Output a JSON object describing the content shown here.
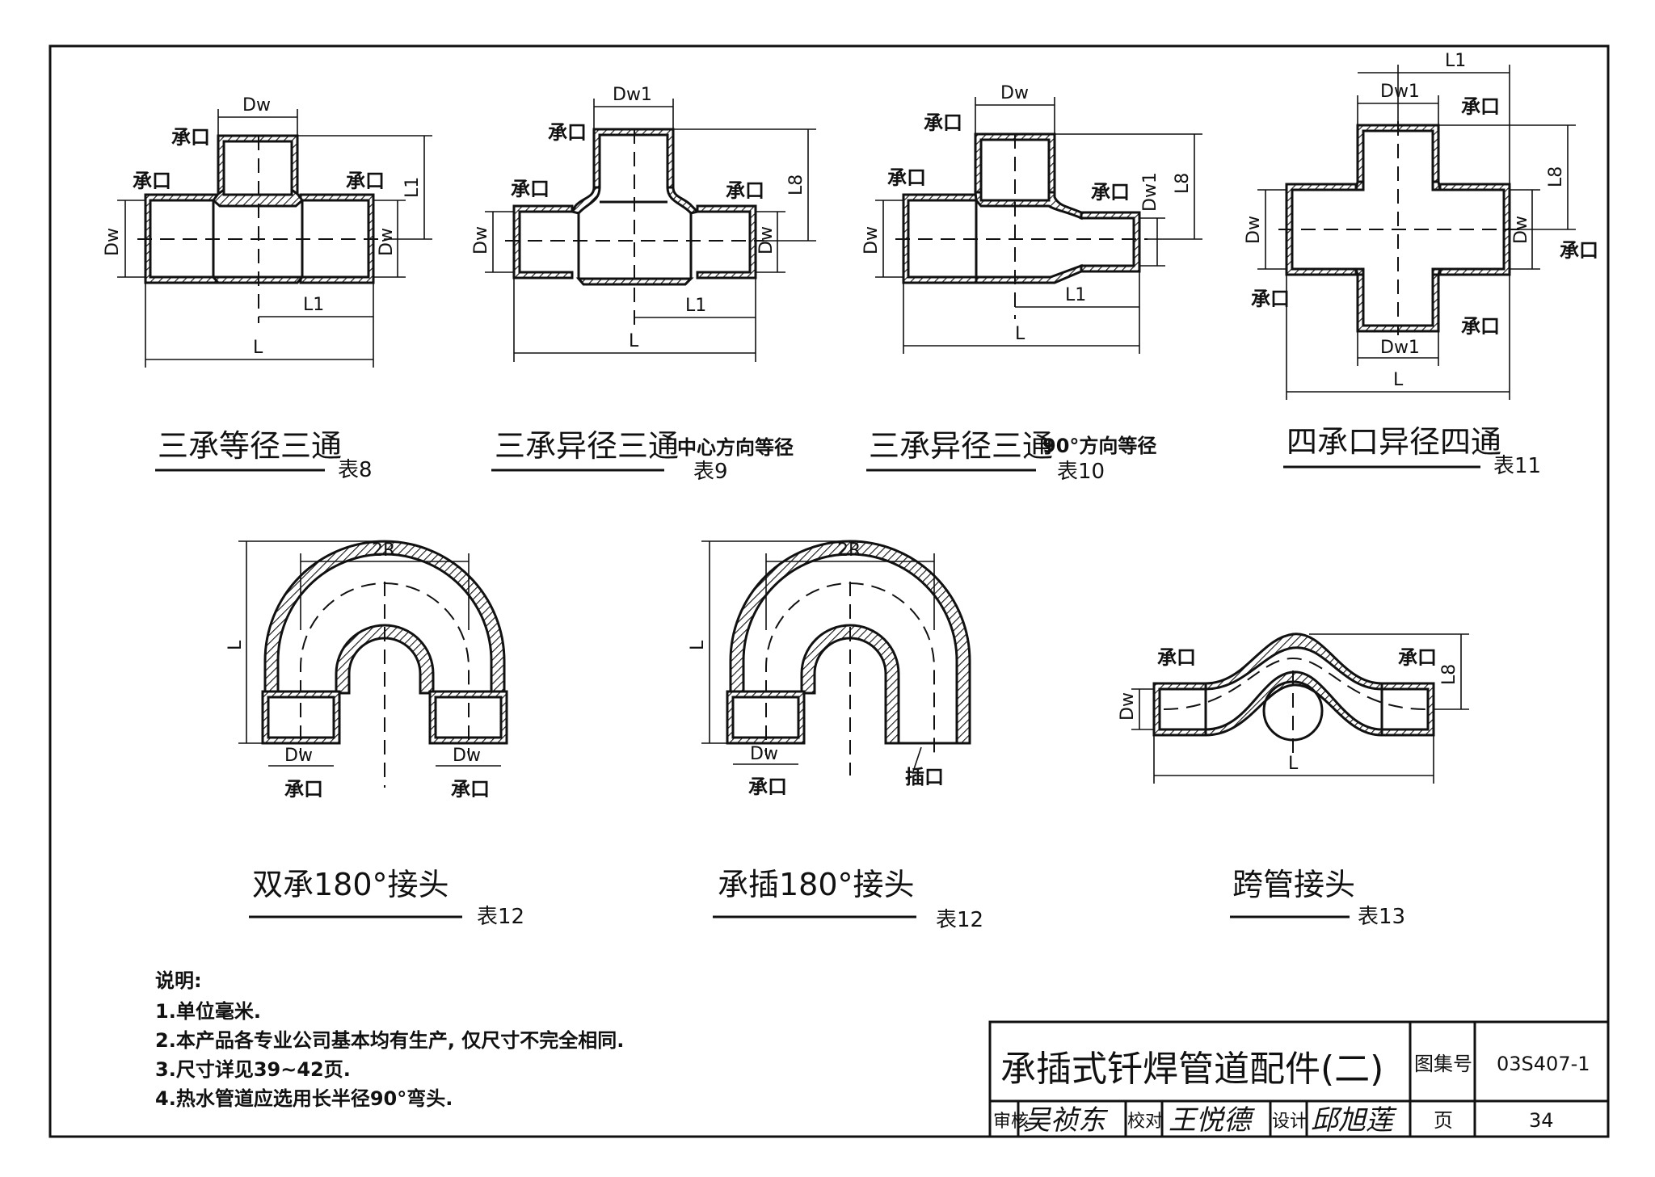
{
  "labels": {
    "socket": "承口",
    "spigot": "插口",
    "dw": "Dw",
    "dw1": "Dw1",
    "l": "L",
    "l1": "L1",
    "l8": "L8",
    "two_r": "2R"
  },
  "fittings": [
    {
      "caption": "三承等径三通",
      "note": "",
      "table": "表8"
    },
    {
      "caption": "三承异径三通",
      "note": "中心方向等径",
      "table": "表9"
    },
    {
      "caption": "三承异径三通",
      "note": "90°方向等径",
      "table": "表10"
    },
    {
      "caption": "四承口异径四通",
      "note": "",
      "table": "表11"
    },
    {
      "caption": "双承180°接头",
      "note": "",
      "table": "表12"
    },
    {
      "caption": "承插180°接头",
      "note": "",
      "table": "表12"
    },
    {
      "caption": "跨管接头",
      "note": "",
      "table": "表13"
    }
  ],
  "notes": {
    "heading": "说明:",
    "items": [
      "1.单位毫米.",
      "2.本产品各专业公司基本均有生产, 仅尺寸不完全相同.",
      "3.尺寸详见39~42页.",
      "4.热水管道应选用长半径90°弯头."
    ]
  },
  "title_block": {
    "title": "承插式钎焊管道配件(二)",
    "atlas_label": "图集号",
    "atlas_no": "03S407-1",
    "review_label": "审核",
    "review_sig": "吴祯东",
    "check_label": "校对",
    "check_sig": "王悦德",
    "design_label": "设计",
    "design_sig": "邱旭莲",
    "page_label": "页",
    "page_no": "34"
  }
}
